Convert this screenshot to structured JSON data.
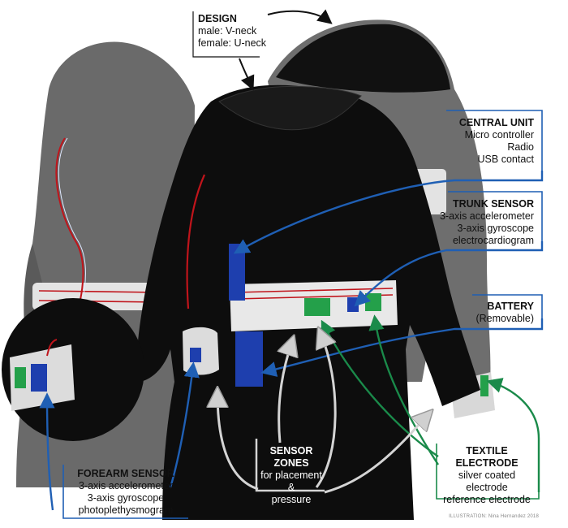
{
  "design": {
    "title": "DESIGN",
    "lines": [
      "male: V-neck",
      "female: U-neck"
    ]
  },
  "central_unit": {
    "title": "CENTRAL UNIT",
    "lines": [
      "Micro controller",
      "Radio",
      "USB contact"
    ]
  },
  "trunk_sensor": {
    "title": "TRUNK SENSOR",
    "lines": [
      "3-axis accelerometer",
      "3-axis gyroscope",
      "electrocardiogram"
    ]
  },
  "battery": {
    "title": "BATTERY",
    "lines": [
      "(Removable)"
    ]
  },
  "sensor_zones": {
    "title": "SENSOR ZONES",
    "lines": [
      "for placement &",
      "pressure"
    ]
  },
  "textile_electrode": {
    "title": "TEXTILE ELECTRODE",
    "lines": [
      "silver coated",
      "electrode",
      "reference electrode"
    ]
  },
  "forearm_sensor": {
    "title": "FOREARM SENSOR",
    "lines": [
      "3-axis accelerometer",
      "3-axis gyroscope",
      "photoplethysmogram"
    ]
  },
  "credit": "ILLUSTRATION: Nina Hernandez 2018",
  "colors": {
    "blue_arrow": "#1f5fb4",
    "green_arrow": "#1a8a4a",
    "white_arrow": "#cfcfcf",
    "shirt": "#0d0d0d",
    "back_shirt": "#6e6e6e",
    "band": "#e6e6e6",
    "sensor_blue": "#1e3fae",
    "sensor_green": "#24a04a",
    "wire_red": "#c0141b"
  }
}
